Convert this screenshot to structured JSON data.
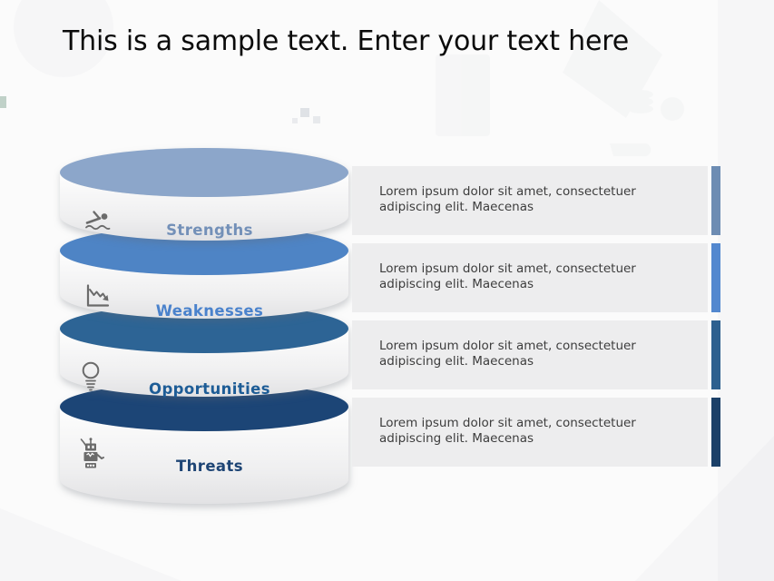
{
  "title": "This is a sample text. Enter your text here",
  "layers": [
    {
      "label": "Strengths",
      "icon": "swimmer-icon",
      "top_color": "#8CA6CA",
      "label_color": "#7390B8",
      "bar_color": "#6D8CB3",
      "description": "Lorem ipsum dolor sit amet, consectetuer adipiscing elit. Maecenas"
    },
    {
      "label": "Weaknesses",
      "icon": "declining-chart-icon",
      "top_color": "#4E84C5",
      "label_color": "#4A82CC",
      "bar_color": "#5388CF",
      "description": "Lorem ipsum dolor sit amet, consectetuer adipiscing elit. Maecenas"
    },
    {
      "label": "Opportunities",
      "icon": "lightbulb-icon",
      "top_color": "#2D6495",
      "label_color": "#1D5C96",
      "bar_color": "#2D608F",
      "description": "Lorem ipsum dolor sit amet, consectetuer adipiscing elit. Maecenas"
    },
    {
      "label": "Threats",
      "icon": "robot-icon",
      "top_color": "#1C4576",
      "label_color": "#1E4575",
      "bar_color": "#1B4068",
      "description": "Lorem ipsum dolor sit amet, consectetuer adipiscing elit. Maecenas"
    }
  ]
}
